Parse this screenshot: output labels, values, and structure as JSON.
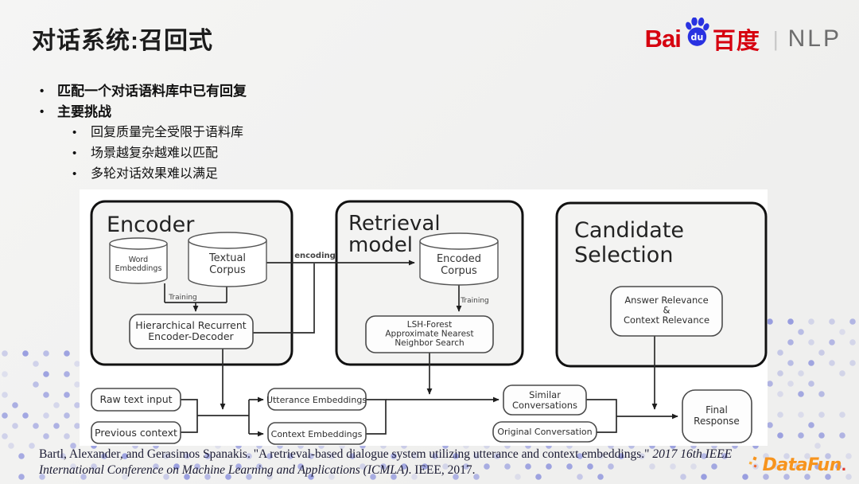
{
  "header": {
    "title": "对话系统:召回式",
    "brand": {
      "bai": "Bai",
      "du": "du",
      "baidu_cn": "百度",
      "divider": "|",
      "nlp": "NLP"
    }
  },
  "bullets": {
    "main": [
      {
        "label": "匹配一个对话语料库中已有回复"
      },
      {
        "label": "主要挑战"
      }
    ],
    "sub": [
      {
        "label": "回复质量完全受限于语料库"
      },
      {
        "label": "场景越复杂越难以匹配"
      },
      {
        "label": "多轮对话效果难以满足"
      }
    ],
    "marker": "•"
  },
  "diagram": {
    "containers": {
      "encoder": {
        "title": "Encoder"
      },
      "retrieval": {
        "title_lines": [
          "Retrieval",
          "model"
        ]
      },
      "candidate": {
        "title_lines": [
          "Candidate",
          "Selection"
        ]
      }
    },
    "cylinders": {
      "word_embeddings": {
        "lines": [
          "Word",
          "Embeddings"
        ]
      },
      "textual_corpus": {
        "lines": [
          "Textual",
          "Corpus"
        ]
      },
      "encoded_corpus": {
        "lines": [
          "Encoded",
          "Corpus"
        ]
      }
    },
    "nodes": {
      "hred": {
        "lines": [
          "Hierarchical Recurrent",
          "Encoder-Decoder"
        ]
      },
      "lsh": {
        "lines": [
          "LSH-Forest",
          "Approximate Nearest",
          "Neighbor Search"
        ]
      },
      "answer": {
        "lines": [
          "Answer Relevance",
          "&",
          "Context Relevance"
        ]
      },
      "raw": {
        "label": "Raw text input"
      },
      "prev": {
        "label": "Previous context"
      },
      "utt": {
        "label": "Utterance Embeddings"
      },
      "ctx": {
        "label": "Context Embeddings"
      },
      "sim": {
        "lines": [
          "Similar",
          "Conversations"
        ]
      },
      "orig": {
        "label": "Original Conversation"
      },
      "final": {
        "lines": [
          "Final",
          "Response"
        ]
      }
    },
    "labels": {
      "training_encoder": "Training",
      "training_retrieval": "Training",
      "encoding": "encoding"
    }
  },
  "citation": {
    "part1": "Bartl, Alexander, and Gerasimos Spanakis. \"A retrieval-based dialogue system utilizing utterance and context embeddings.\" ",
    "part2_italic": "2017 16th IEEE International Conference on Machine Learning and Applications (ICMLA)",
    "part3": ". IEEE, 2017."
  },
  "footer_logo": {
    "text": "DataFun",
    "dot": "."
  },
  "colors": {
    "brand_red": "#d6000f",
    "brand_blue": "#2932e1",
    "nlp_gray": "#6d6d6d",
    "datafun_orange": "#f7941e",
    "datafun_red": "#e03c31",
    "decor_dot": "#7b82d9",
    "diagram_stroke": "#2b2b2b",
    "container_stroke": "#111111",
    "panel_bg": "#ffffff"
  }
}
